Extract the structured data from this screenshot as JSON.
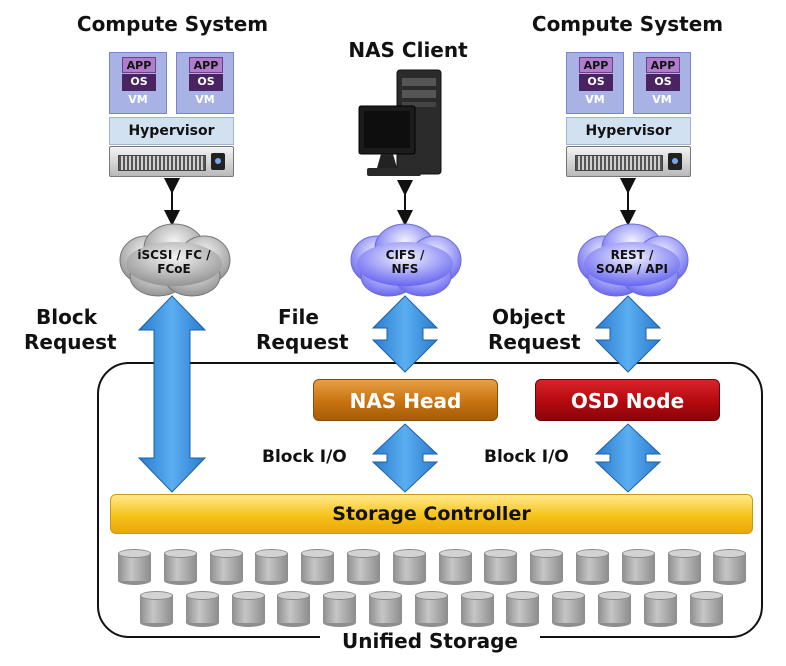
{
  "compute_left": {
    "title": "Compute System",
    "vms": [
      {
        "app": "APP",
        "os": "OS",
        "vm": "VM"
      },
      {
        "app": "APP",
        "os": "OS",
        "vm": "VM"
      }
    ],
    "hypervisor": "Hypervisor"
  },
  "nas_client": {
    "title": "NAS Client"
  },
  "compute_right": {
    "title": "Compute System",
    "vms": [
      {
        "app": "APP",
        "os": "OS",
        "vm": "VM"
      },
      {
        "app": "APP",
        "os": "OS",
        "vm": "VM"
      }
    ],
    "hypervisor": "Hypervisor"
  },
  "clouds": {
    "block": {
      "line1": "iSCSI / FC /",
      "line2": "FCoE"
    },
    "file": {
      "line1": "CIFS /",
      "line2": "NFS"
    },
    "object": {
      "line1": "REST /",
      "line2": "SOAP / API"
    }
  },
  "requests": {
    "block": {
      "line1": "Block",
      "line2": "Request"
    },
    "file": {
      "line1": "File",
      "line2": "Request"
    },
    "object": {
      "line1": "Object",
      "line2": "Request"
    }
  },
  "nas_head": "NAS Head",
  "osd_node": "OSD Node",
  "block_io_left": "Block I/O",
  "block_io_right": "Block I/O",
  "storage_controller": "Storage Controller",
  "unified_storage": "Unified Storage",
  "colors": {
    "arrow_blue": "#3a8fd6",
    "nas_head": "#c8730f",
    "osd_node": "#b3090f",
    "controller": "#f6c31a",
    "vm_bg": "#a9b2e4"
  }
}
